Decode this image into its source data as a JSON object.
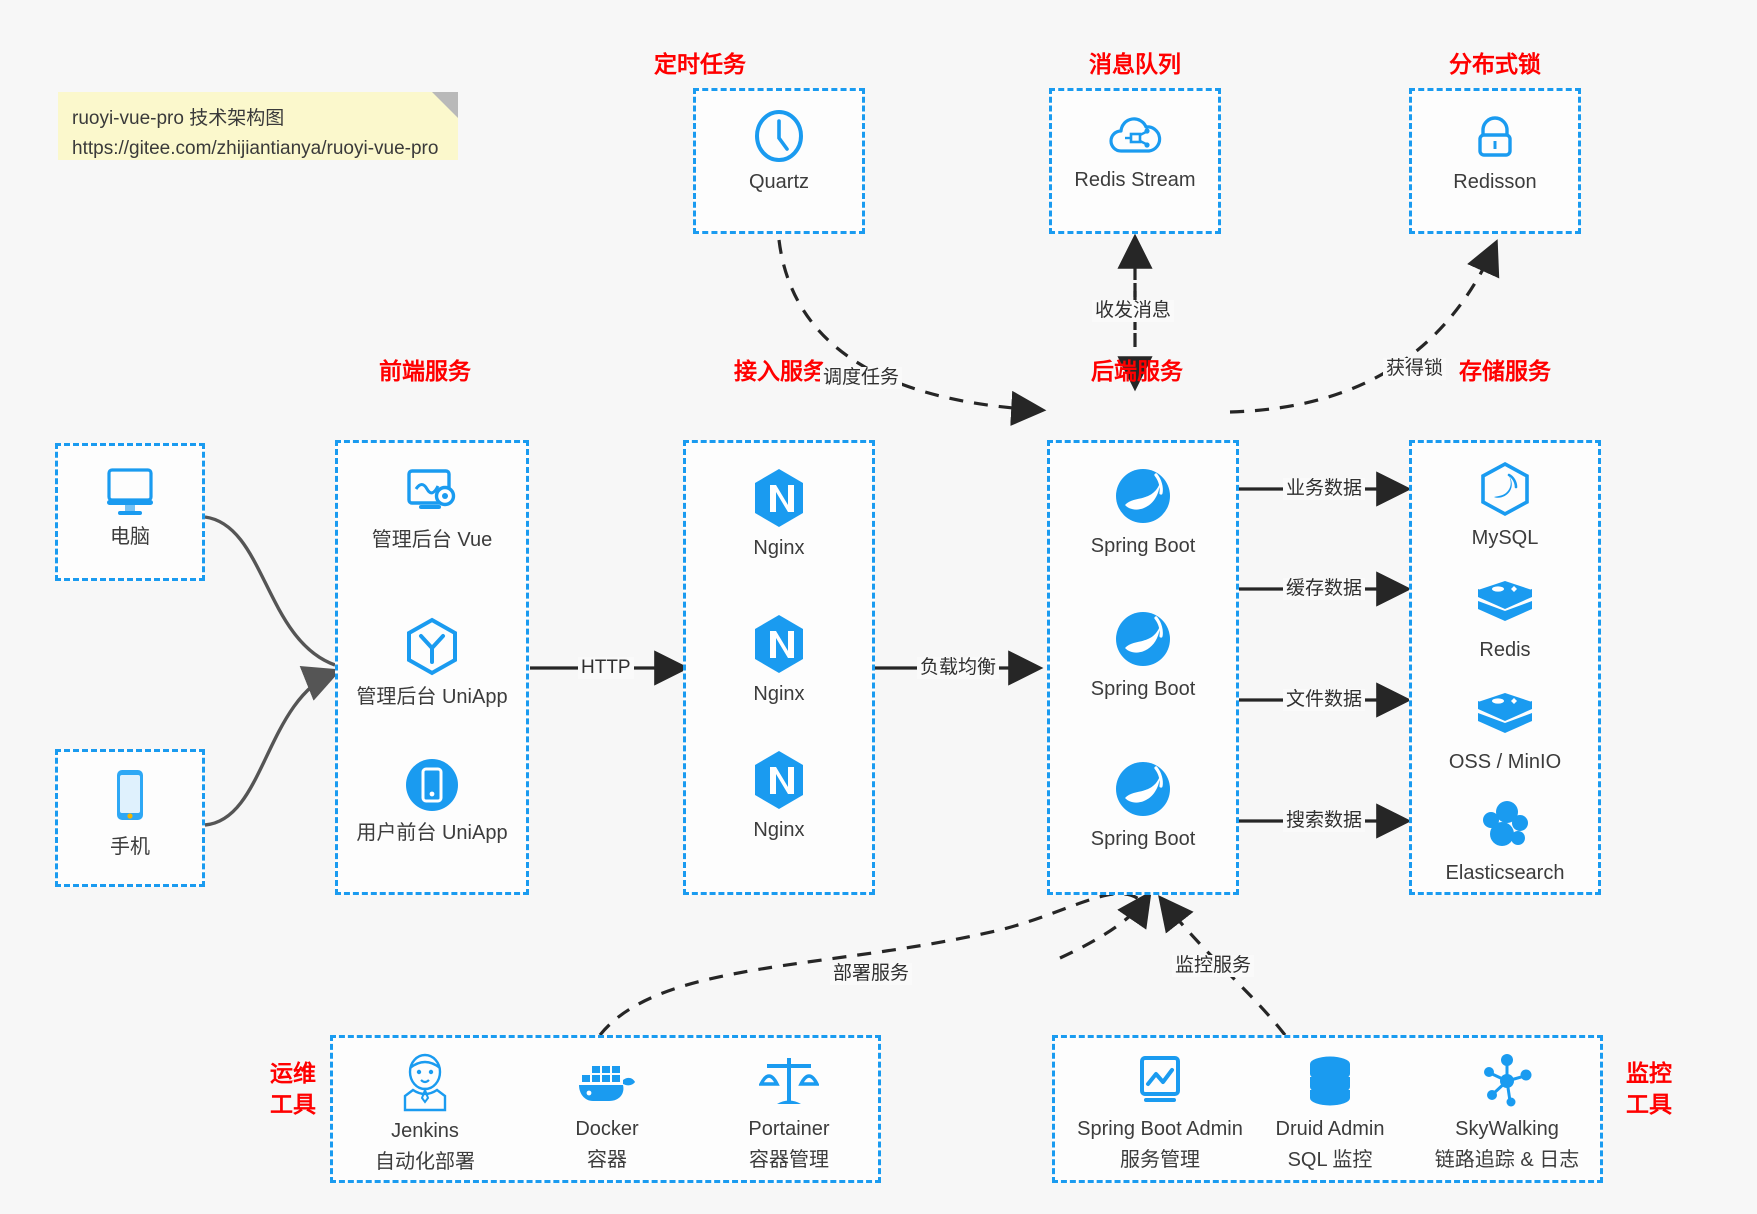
{
  "note": {
    "line1": "ruoyi-vue-pro 技术架构图",
    "line2": "https://gitee.com/zhijiantianya/ruoyi-vue-pro"
  },
  "colors": {
    "accent_blue": "#1a9bf0",
    "title_red": "#ff0000",
    "text_gray": "#3c3c3c",
    "note_yellow": "#fbf8cc",
    "background": "#f7f7f7",
    "connector_dark": "#262626",
    "connector_gray": "#555555"
  },
  "groups": {
    "scheduler": {
      "title": "定时任务",
      "nodes": [
        {
          "label": "Quartz",
          "icon": "clock-icon"
        }
      ]
    },
    "mq": {
      "title": "消息队列",
      "nodes": [
        {
          "label": "Redis Stream",
          "icon": "cloud-stream-icon"
        }
      ]
    },
    "lock": {
      "title": "分布式锁",
      "nodes": [
        {
          "label": "Redisson",
          "icon": "lock-icon"
        }
      ]
    },
    "clients": {
      "nodes": [
        {
          "label": "电脑",
          "icon": "desktop-icon"
        },
        {
          "label": "手机",
          "icon": "mobile-icon"
        }
      ]
    },
    "frontend": {
      "title": "前端服务",
      "nodes": [
        {
          "label": "管理后台 Vue",
          "icon": "monitor-settings-icon"
        },
        {
          "label": "管理后台 UniApp",
          "icon": "uniapp-hex-icon"
        },
        {
          "label": "用户前台 UniApp",
          "icon": "mobile-circle-icon"
        }
      ]
    },
    "gateway": {
      "title": "接入服务",
      "nodes": [
        {
          "label": "Nginx",
          "icon": "nginx-icon"
        },
        {
          "label": "Nginx",
          "icon": "nginx-icon"
        },
        {
          "label": "Nginx",
          "icon": "nginx-icon"
        }
      ]
    },
    "backend": {
      "title": "后端服务",
      "nodes": [
        {
          "label": "Spring Boot",
          "icon": "spring-boot-icon"
        },
        {
          "label": "Spring Boot",
          "icon": "spring-boot-icon"
        },
        {
          "label": "Spring Boot",
          "icon": "spring-boot-icon"
        }
      ]
    },
    "storage": {
      "title": "存储服务",
      "nodes": [
        {
          "label": "MySQL",
          "icon": "mysql-icon"
        },
        {
          "label": "Redis",
          "icon": "redis-icon"
        },
        {
          "label": "OSS / MinIO",
          "icon": "oss-minio-icon"
        },
        {
          "label": "Elasticsearch",
          "icon": "elasticsearch-icon"
        }
      ]
    },
    "devops": {
      "title": "运维\n工具",
      "title_line1": "运维",
      "title_line2": "工具",
      "nodes": [
        {
          "label": "Jenkins",
          "sub": "自动化部署",
          "icon": "jenkins-icon"
        },
        {
          "label": "Docker",
          "sub": "容器",
          "icon": "docker-icon"
        },
        {
          "label": "Portainer",
          "sub": "容器管理",
          "icon": "scales-icon"
        }
      ]
    },
    "monitor": {
      "title_line1": "监控",
      "title_line2": "工具",
      "nodes": [
        {
          "label": "Spring Boot Admin",
          "sub": "服务管理",
          "icon": "monitor-chart-icon"
        },
        {
          "label": "Druid Admin",
          "sub": "SQL 监控",
          "icon": "database-icon"
        },
        {
          "label": "SkyWalking",
          "sub": "链路追踪 & 日志",
          "icon": "skywalking-icon"
        }
      ]
    }
  },
  "edges": [
    {
      "id": "http",
      "label": "HTTP",
      "from": "frontend",
      "to": "gateway"
    },
    {
      "id": "loadbalance",
      "label": "负载均衡",
      "from": "gateway",
      "to": "backend"
    },
    {
      "id": "biz-data",
      "label": "业务数据",
      "from": "backend",
      "to": "mysql"
    },
    {
      "id": "cache-data",
      "label": "缓存数据",
      "from": "backend",
      "to": "redis"
    },
    {
      "id": "file-data",
      "label": "文件数据",
      "from": "backend",
      "to": "oss"
    },
    {
      "id": "search-data",
      "label": "搜索数据",
      "from": "backend",
      "to": "elasticsearch"
    },
    {
      "id": "schedule",
      "label": "调度任务",
      "from": "quartz",
      "to": "backend"
    },
    {
      "id": "messages",
      "label": "收发消息",
      "from": "backend",
      "to": "redis-stream"
    },
    {
      "id": "acquire-lock",
      "label": "获得锁",
      "from": "backend",
      "to": "redisson"
    },
    {
      "id": "deploy",
      "label": "部署服务",
      "from": "devops",
      "to": "backend"
    },
    {
      "id": "monitoring",
      "label": "监控服务",
      "from": "monitor",
      "to": "backend"
    }
  ]
}
